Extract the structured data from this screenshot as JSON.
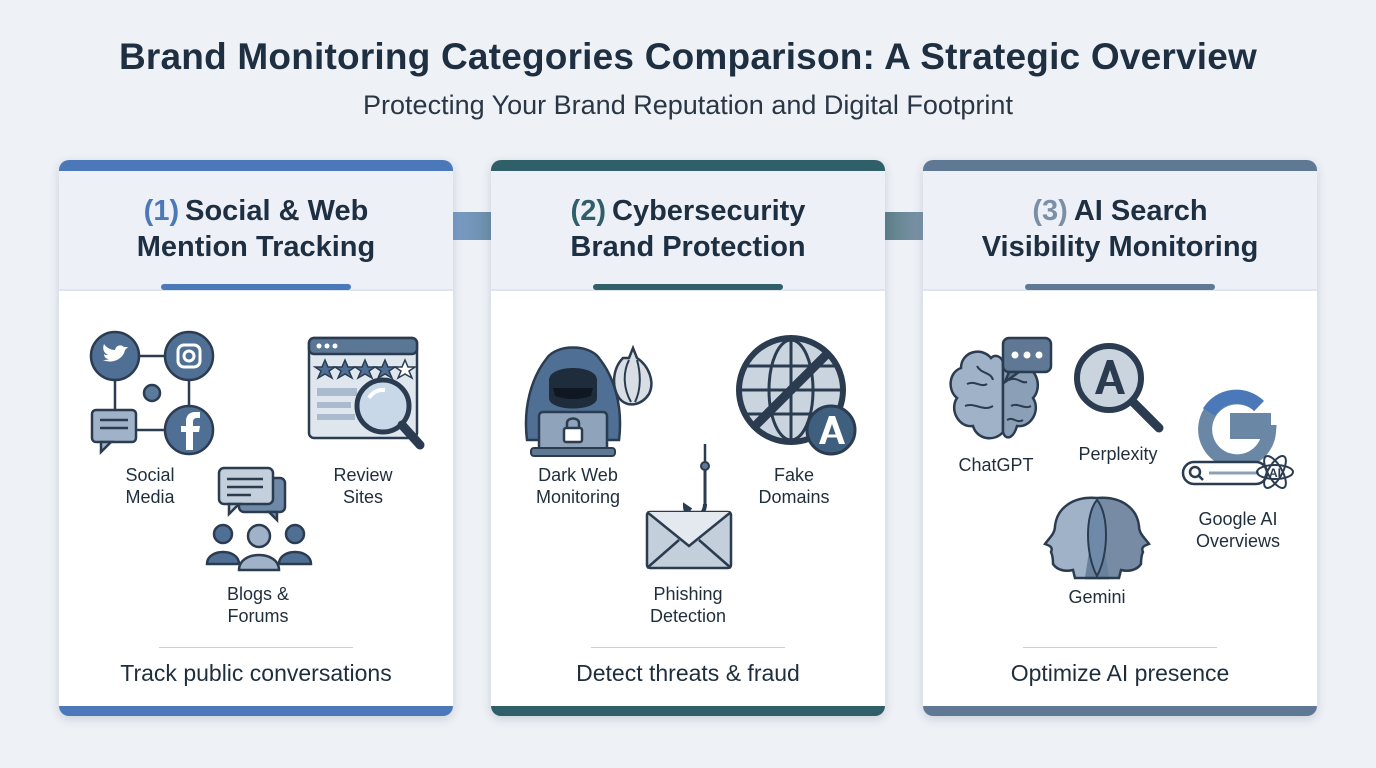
{
  "title": "Brand Monitoring Categories Comparison: A Strategic Overview",
  "subtitle": "Protecting Your Brand Reputation and Digital Footprint",
  "colors": {
    "card1": "#4a78b8",
    "card2": "#2f5f68",
    "card3": "#5f7894",
    "background": "#eef1f6"
  },
  "cards": [
    {
      "number": "(1)",
      "title_line1": "Social & Web",
      "title_line2": "Mention Tracking",
      "summary": "Track public conversations",
      "items": [
        {
          "label_line1": "Social",
          "label_line2": "Media",
          "icon": "social-network-icon"
        },
        {
          "label_line1": "Review",
          "label_line2": "Sites",
          "icon": "review-magnifier-icon"
        },
        {
          "label_line1": "Blogs &",
          "label_line2": "Forums",
          "icon": "forum-people-icon"
        }
      ]
    },
    {
      "number": "(2)",
      "title_line1": "Cybersecurity",
      "title_line2": "Brand Protection",
      "summary": "Detect threats & fraud",
      "items": [
        {
          "label_line1": "Dark Web",
          "label_line2": "Monitoring",
          "icon": "hacker-icon"
        },
        {
          "label_line1": "Fake",
          "label_line2": "Domains",
          "icon": "blocked-globe-icon"
        },
        {
          "label_line1": "Phishing",
          "label_line2": "Detection",
          "icon": "phishing-envelope-icon"
        }
      ]
    },
    {
      "number": "(3)",
      "title_line1": "AI Search",
      "title_line2": "Visibility Monitoring",
      "summary": "Optimize AI presence",
      "items": [
        {
          "label_line1": "ChatGPT",
          "label_line2": "",
          "icon": "brain-chat-icon"
        },
        {
          "label_line1": "Perplexity",
          "label_line2": "",
          "icon": "perplexity-search-icon"
        },
        {
          "label_line1": "Google AI",
          "label_line2": "Overviews",
          "icon": "google-ai-icon"
        },
        {
          "label_line1": "Gemini",
          "label_line2": "",
          "icon": "gemini-faces-icon"
        }
      ]
    }
  ]
}
